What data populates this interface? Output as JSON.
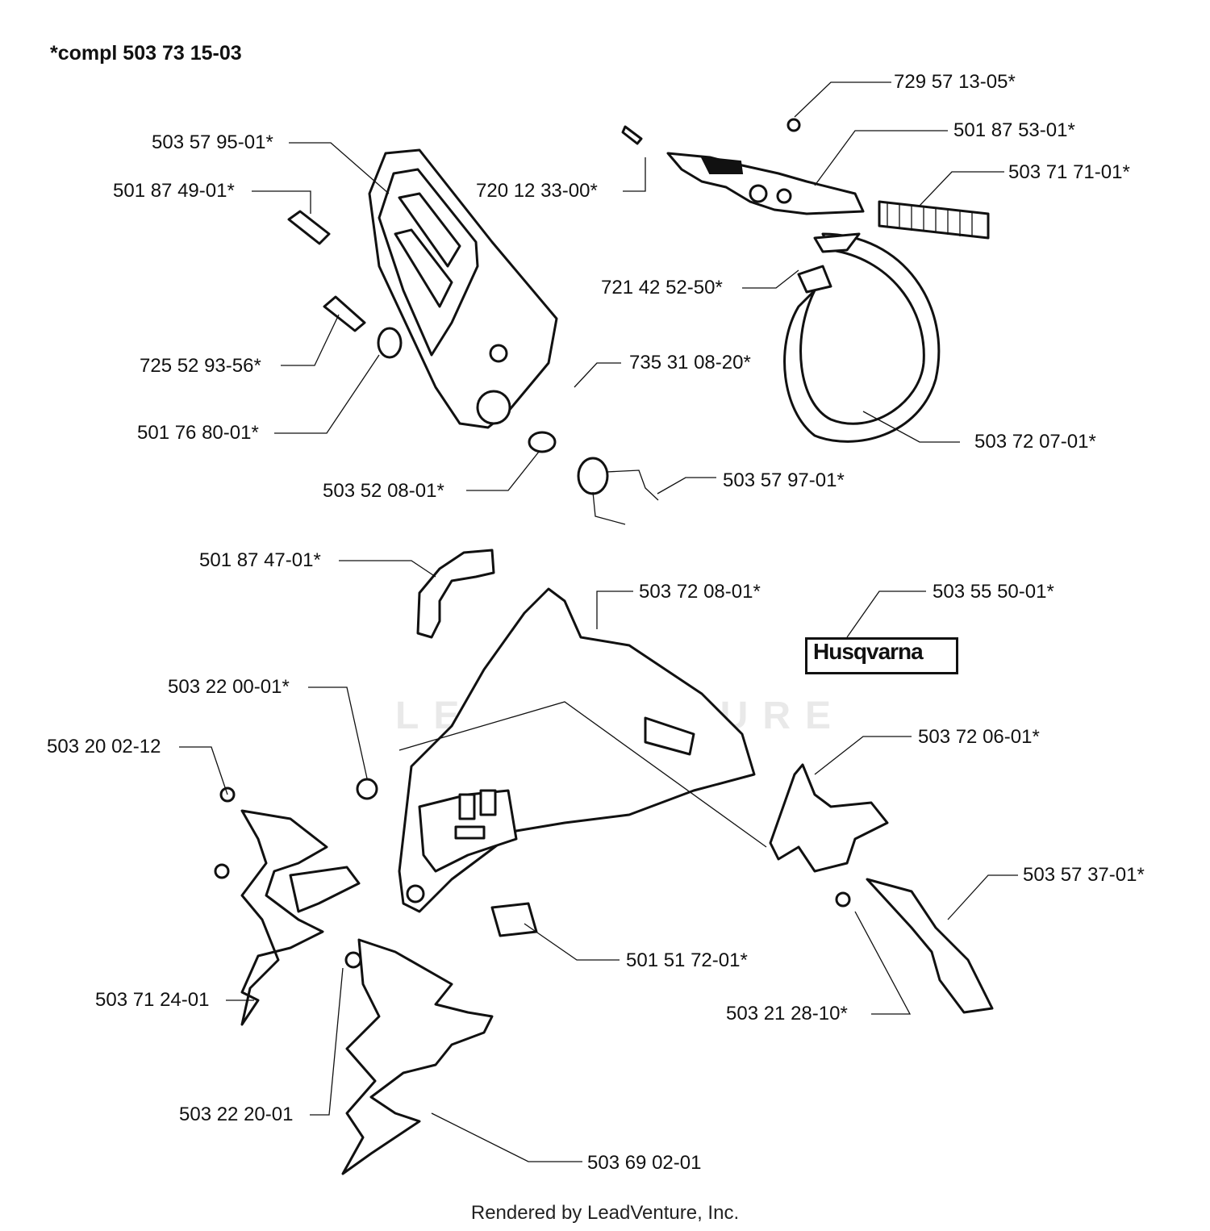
{
  "title": "*compl 503 73 15-03",
  "footer": "Rendered by LeadVenture, Inc.",
  "watermark": "LEADVENTURE",
  "logo_text": "Husqvarna",
  "labels": {
    "p1": "729 57 13-05*",
    "p2": "501 87 53-01*",
    "p3": "503 71 71-01*",
    "p4": "503 57 95-01*",
    "p5": "501 87 49-01*",
    "p6": "720 12 33-00*",
    "p7": "721 42 52-50*",
    "p8": "735 31 08-20*",
    "p9": "725 52 93-56*",
    "p10": "501 76 80-01*",
    "p11": "503 72 07-01*",
    "p12": "503 57 97-01*",
    "p13": "503 52 08-01*",
    "p14": "501 87 47-01*",
    "p15": "503 72 08-01*",
    "p16": "503 55 50-01*",
    "p17": "503 22 00-01*",
    "p18": "503 20 02-12",
    "p19": "503 72 06-01*",
    "p20": "503 57 37-01*",
    "p21": "501 51 72-01*",
    "p22": "503 71 24-01",
    "p23": "503 21 28-10*",
    "p24": "503 22 20-01",
    "p25": "503 69 02-01"
  }
}
